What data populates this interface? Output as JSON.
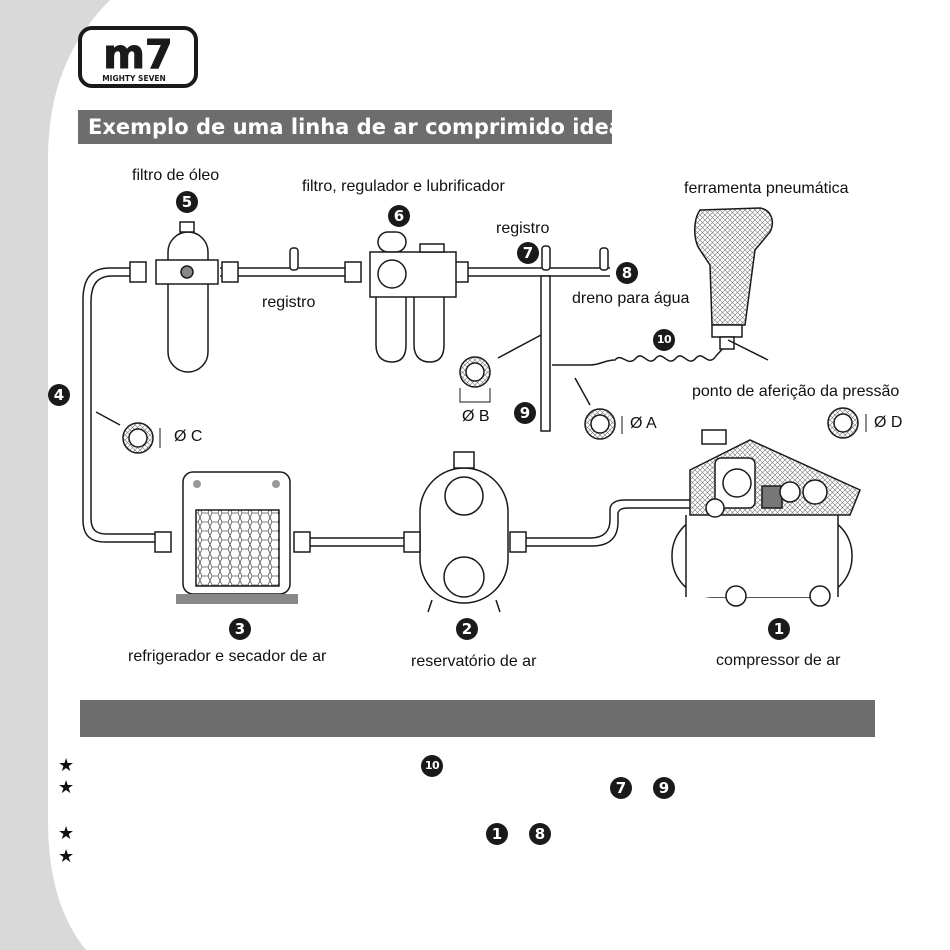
{
  "logo": {
    "mark": "m7",
    "brand": "MIGHTY SEVEN"
  },
  "title": "Exemplo de uma linha de ar comprimido ideal",
  "components": [
    {
      "num": "1",
      "label": "compressor de ar"
    },
    {
      "num": "2",
      "label": "reservatório de ar"
    },
    {
      "num": "3",
      "label": "refrigerador e secador de ar"
    },
    {
      "num": "4",
      "label": ""
    },
    {
      "num": "5",
      "label": "filtro de óleo"
    },
    {
      "num": "6",
      "label": "filtro, regulador e lubrificador"
    },
    {
      "num": "7",
      "label": "registro"
    },
    {
      "num": "8",
      "label": "dreno para água"
    },
    {
      "num": "9",
      "label": ""
    },
    {
      "num": "10",
      "label": ""
    }
  ],
  "extra_labels": {
    "registro_left": "registro",
    "tool": "ferramenta pneumática",
    "pressure_point": "ponto de aferição da pressão"
  },
  "diameters": {
    "a": "Ø A",
    "b": "Ø B",
    "c": "Ø C",
    "d": "Ø D"
  },
  "tips": [
    {
      "refs": [
        "10"
      ]
    },
    {
      "refs": [
        "7",
        "9"
      ]
    },
    {
      "refs": [
        "1",
        "8"
      ]
    },
    {
      "refs": []
    }
  ],
  "colors": {
    "accent_bar": "#6d6d6d",
    "side_band": "#d9d9d9",
    "ink": "#1a1a1a"
  }
}
